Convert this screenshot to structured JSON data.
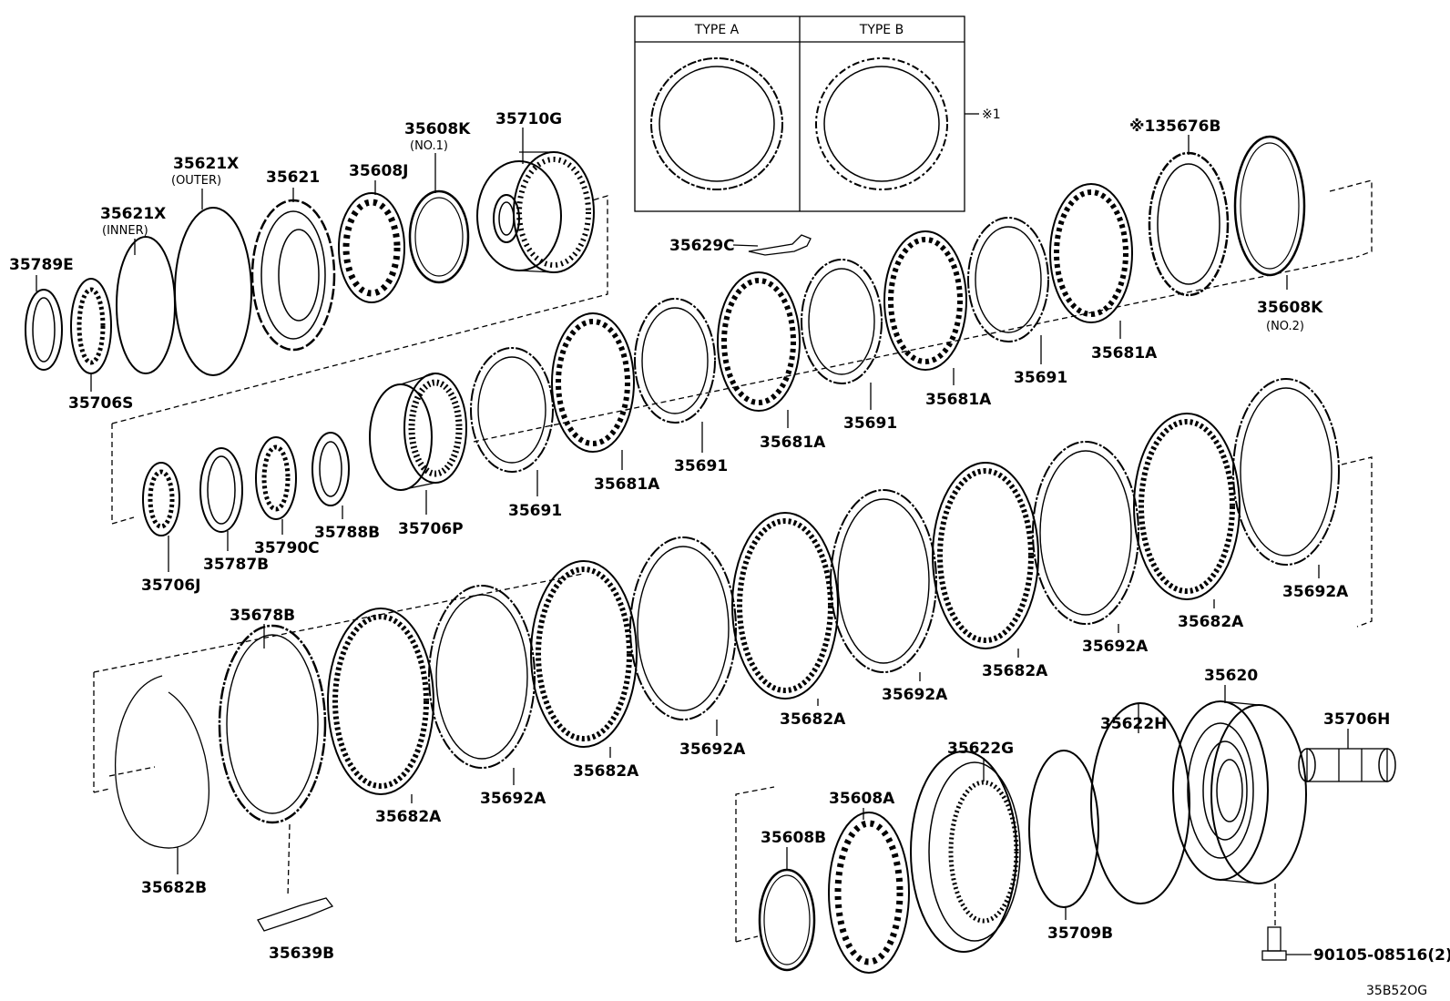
{
  "type_box": {
    "type_a": "TYPE A",
    "type_b": "TYPE B",
    "note": "※1"
  },
  "labels": [
    {
      "id": "p35789E",
      "text": "35789E"
    },
    {
      "id": "p35706S",
      "text": "35706S"
    },
    {
      "id": "p35621Xi",
      "text": "35621X",
      "sub": "(INNER)"
    },
    {
      "id": "p35621Xo",
      "text": "35621X",
      "sub": "(OUTER)"
    },
    {
      "id": "p35621",
      "text": "35621"
    },
    {
      "id": "p35608J",
      "text": "35608J"
    },
    {
      "id": "p35608K1",
      "text": "35608K",
      "sub": "(NO.1)"
    },
    {
      "id": "p35710G",
      "text": "35710G"
    },
    {
      "id": "p35629C",
      "text": "35629C"
    },
    {
      "id": "p35676B",
      "text": "※135676B"
    },
    {
      "id": "p35608K2",
      "text": "35608K",
      "sub": "(NO.2)"
    },
    {
      "id": "p35681A_1",
      "text": "35681A"
    },
    {
      "id": "p35691_1",
      "text": "35691"
    },
    {
      "id": "p35681A_2",
      "text": "35681A"
    },
    {
      "id": "p35691_2",
      "text": "35691"
    },
    {
      "id": "p35681A_3",
      "text": "35681A"
    },
    {
      "id": "p35691_3",
      "text": "35691"
    },
    {
      "id": "p35681A_4",
      "text": "35681A"
    },
    {
      "id": "p35691_4",
      "text": "35691"
    },
    {
      "id": "p35706P",
      "text": "35706P"
    },
    {
      "id": "p35788B",
      "text": "35788B"
    },
    {
      "id": "p35790C",
      "text": "35790C"
    },
    {
      "id": "p35787B",
      "text": "35787B"
    },
    {
      "id": "p35706J",
      "text": "35706J"
    },
    {
      "id": "p35678B",
      "text": "35678B"
    },
    {
      "id": "p35682B",
      "text": "35682B"
    },
    {
      "id": "p35639B",
      "text": "35639B"
    },
    {
      "id": "p35682A_1",
      "text": "35682A"
    },
    {
      "id": "p35692A_1",
      "text": "35692A"
    },
    {
      "id": "p35682A_2",
      "text": "35682A"
    },
    {
      "id": "p35692A_2",
      "text": "35692A"
    },
    {
      "id": "p35682A_3",
      "text": "35682A"
    },
    {
      "id": "p35692A_3",
      "text": "35692A"
    },
    {
      "id": "p35682A_4",
      "text": "35682A"
    },
    {
      "id": "p35692A_4",
      "text": "35692A"
    },
    {
      "id": "p35682A_5",
      "text": "35682A"
    },
    {
      "id": "p35692A_5",
      "text": "35692A"
    },
    {
      "id": "p35620",
      "text": "35620"
    },
    {
      "id": "p35706H",
      "text": "35706H"
    },
    {
      "id": "p35622H",
      "text": "35622H"
    },
    {
      "id": "p35622G",
      "text": "35622G"
    },
    {
      "id": "p35608A",
      "text": "35608A"
    },
    {
      "id": "p35608B",
      "text": "35608B"
    },
    {
      "id": "p35709B",
      "text": "35709B"
    },
    {
      "id": "p90105",
      "text": "90105-08516(2)"
    }
  ],
  "figure_code": "35B52OG"
}
